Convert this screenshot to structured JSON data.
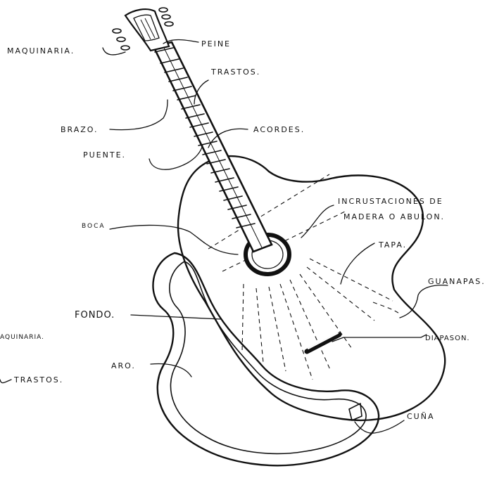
{
  "labels": {
    "maquinaria_top": "MAQUINARIA.",
    "peine": "PEINE",
    "trastos_top": "TRASTOS.",
    "brazo": "BRAZO.",
    "acordes": "ACORDES.",
    "puente": "PUENTE.",
    "incrustaciones_1": "INCRUSTACIONES DE",
    "incrustaciones_2": "MADERA O ABULON.",
    "boca": "BOCA",
    "tapa": "TAPA.",
    "guanapas": "GUANAPAS.",
    "fondo": "FONDO.",
    "maquinaria_left": "AQUINARIA.",
    "diapason": "DIAPASON.",
    "aro": "ARO.",
    "trastos_left": "TRASTOS.",
    "cuna": "CUÑA"
  }
}
